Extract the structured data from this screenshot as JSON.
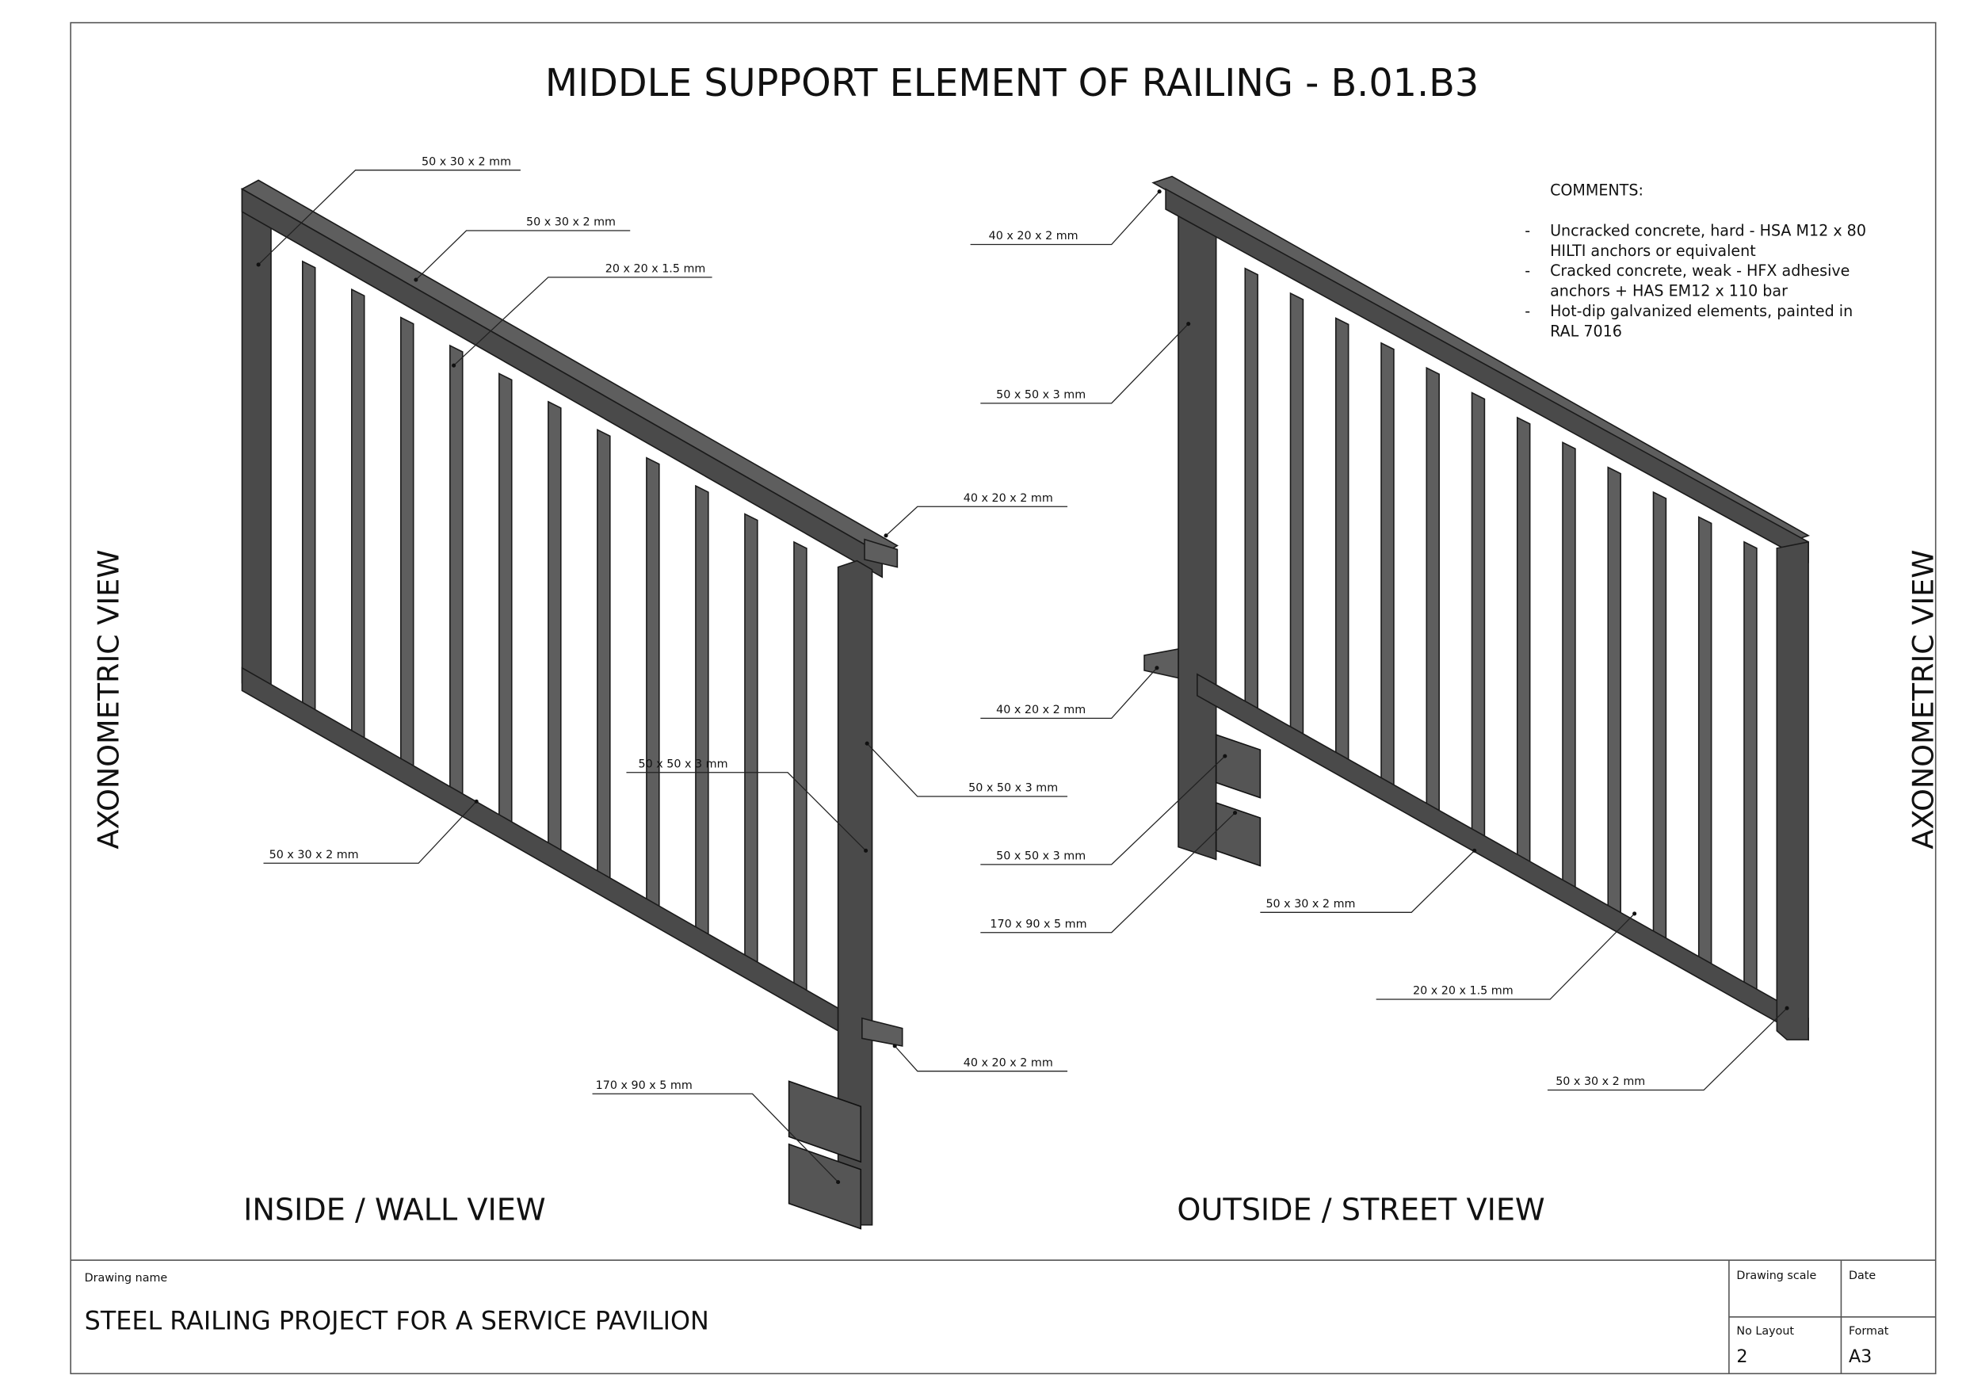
{
  "title": "MIDDLE SUPPORT ELEMENT OF RAILING - B.01.B3",
  "side_labels": {
    "left": "AXONOMETRIC VIEW",
    "right": "AXONOMETRIC VIEW"
  },
  "views": {
    "inside": "INSIDE / WALL VIEW",
    "outside": "OUTSIDE / STREET VIEW"
  },
  "comments": {
    "heading": "COMMENTS:",
    "items": [
      {
        "bullet": "-",
        "lines": [
          "Uncracked concrete, hard - HSA M12 x 80",
          "HILTI anchors or equivalent"
        ]
      },
      {
        "bullet": "-",
        "lines": [
          "Cracked concrete, weak - HFX adhesive",
          "anchors + HAS EM12 x 110 bar"
        ]
      },
      {
        "bullet": "-",
        "lines": [
          "Hot-dip galvanized elements, painted in",
          "RAL 7016"
        ]
      }
    ]
  },
  "left_labels": [
    "50 x 30 x 2 mm",
    "50 x 30 x 2 mm",
    "20 x 20 x 1.5 mm",
    "40 x 20 x 2 mm",
    "50 x 50 x 3 mm",
    "50 x 50 x 3 mm",
    "50 x 30 x 2 mm",
    "40 x 20 x 2 mm",
    "170 x 90 x 5 mm"
  ],
  "right_labels": [
    "40 x 20 x 2 mm",
    "50 x 50 x 3 mm",
    "40 x 20 x 2 mm",
    "50 x 50 x 3 mm",
    "170 x 90 x 5 mm",
    "50 x 30 x 2 mm",
    "20 x 20 x 1.5 mm",
    "50 x 30 x 2 mm"
  ],
  "title_block": {
    "drawing_name_label": "Drawing name",
    "drawing_name": "STEEL RAILING PROJECT FOR A SERVICE PAVILION",
    "drawing_scale_label": "Drawing scale",
    "drawing_scale": "",
    "date_label": "Date",
    "date": "",
    "layout_label": "No Layout",
    "layout": "2",
    "format_label": "Format",
    "format": "A3"
  }
}
